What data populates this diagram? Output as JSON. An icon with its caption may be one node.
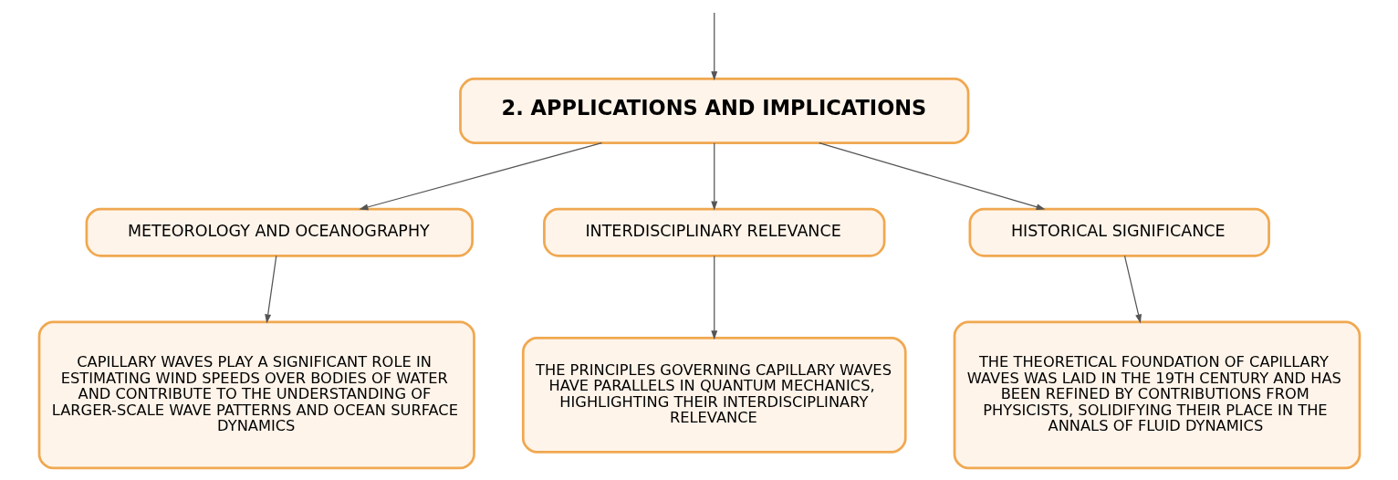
{
  "diagram": {
    "nodes": [
      {
        "text": [
          "2. APPLICATIONS AND IMPLICATIONS"
        ]
      },
      {
        "text": [
          "METEOROLOGY AND OCEANOGRAPHY"
        ]
      },
      {
        "text": [
          "INTERDISCIPLINARY RELEVANCE"
        ]
      },
      {
        "text": [
          "HISTORICAL SIGNIFICANCE"
        ]
      },
      {
        "text": [
          "CAPILLARY WAVES PLAY A SIGNIFICANT ROLE IN ESTIMATING WIND SPEEDS OVER BODIES OF WATER AND CONTRIBUTE TO THE UNDERSTANDING OF LARGER-SCALE WAVE PATTERNS AND OCEAN SURFACE DYNAMICS"
        ]
      },
      {
        "text": [
          "THE PRINCIPLES GOVERNING CAPILLARY WAVES HAVE PARALLELS IN QUANTUM MECHANICS, HIGHLIGHTING THEIR INTERDISCIPLINARY RELEVANCE"
        ]
      },
      {
        "text": [
          "THE THEORETICAL FOUNDATION OF CAPILLARY WAVES WAS LAID IN THE 19TH CENTURY AND HAS BEEN REFINED BY CONTRIBUTIONS FROM PHYSICISTS, SOLIDIFYING THEIR PLACE IN THE ANNALS OF FLUID DYNAMICS"
        ]
      }
    ],
    "edges": [
      {
        "from": null,
        "to": 0,
        "arrow": "to"
      },
      {
        "from": 0,
        "to": 1,
        "arrow": "to"
      },
      {
        "from": 0,
        "to": 2,
        "arrow": "to"
      },
      {
        "from": 0,
        "to": 3,
        "arrow": "to"
      },
      {
        "from": 1,
        "to": 4,
        "arrow": "to"
      },
      {
        "from": 2,
        "to": 5,
        "arrow": "to"
      },
      {
        "from": 3,
        "to": 6,
        "arrow": "to"
      }
    ]
  }
}
